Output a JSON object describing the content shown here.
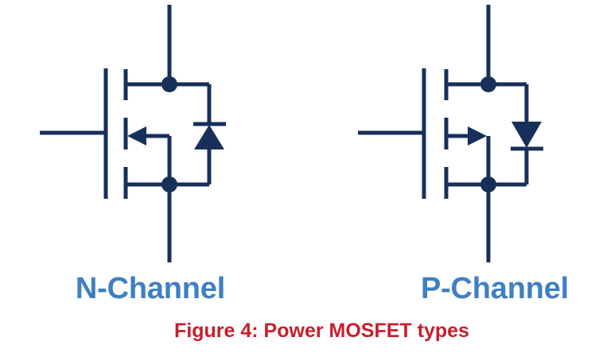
{
  "colors": {
    "symbol": "#17305a",
    "channel_label": "#3f7fc2",
    "caption": "#c81e2d",
    "background": "#ffffff"
  },
  "symbols": [
    {
      "name": "n-channel-mosfet",
      "arrow_direction": "inward",
      "diode": "anode-at-source"
    },
    {
      "name": "p-channel-mosfet",
      "arrow_direction": "outward",
      "diode": "cathode-at-source"
    }
  ],
  "labels": {
    "n_channel": "N-Channel",
    "p_channel": "P-Channel"
  },
  "caption": "Figure 4: Power MOSFET types"
}
